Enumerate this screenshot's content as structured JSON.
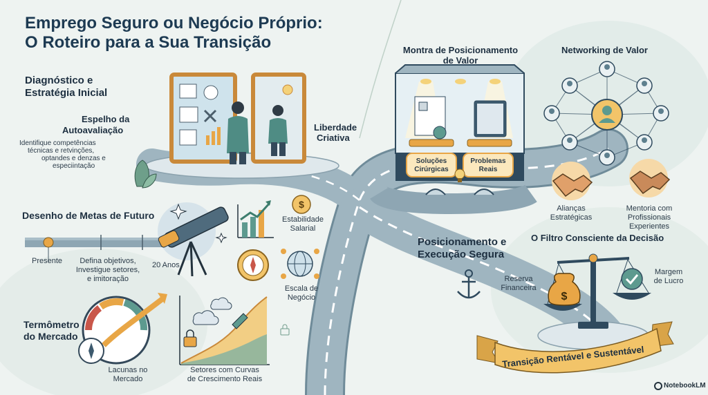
{
  "title": {
    "line1": "Emprego Seguro ou Negócio Próprio:",
    "line2": "O Roteiro para a Sua Transição"
  },
  "diagnostico": {
    "heading_line1": "Diagnóstico e",
    "heading_line2": "Estratégia Inicial",
    "espelho_line1": "Espelho da",
    "espelho_line2": "Autoavaliação",
    "desc_line1": "Identifique competências",
    "desc_line2": "técnicas e retvinções,",
    "desc_line3": "optandes e denzas e",
    "desc_line4": "especiintação",
    "liberdade_line1": "Liberdade",
    "liberdade_line2": "Criativa"
  },
  "metas": {
    "heading": "Desenho de Metas de Futuro",
    "presente": "Presente",
    "defina_line1": "Defina objetivos,",
    "defina_line2": "Investigue setores,",
    "defina_line3": "e imitoração",
    "anos": "20 Anos",
    "estabilidade_line1": "Estabilidade",
    "estabilidade_line2": "Salarial",
    "escala_line1": "Escala de",
    "escala_line2": "Negócio"
  },
  "termometro": {
    "heading_line1": "Termômetro",
    "heading_line2": "do Mercado",
    "lacunas_line1": "Lacunas no",
    "lacunas_line2": "Mercado",
    "setores_line1": "Setores com Curvas",
    "setores_line2": "de Crescimento Reais"
  },
  "montra": {
    "heading_line1": "Montra de Posicionamento",
    "heading_line2": "de Valor",
    "tag1_line1": "Soluções",
    "tag1_line2": "Cirúrgicas",
    "tag2_line1": "Problemas",
    "tag2_line2": "Reais"
  },
  "networking": {
    "heading": "Networking de Valor",
    "aliancas_line1": "Alianças",
    "aliancas_line2": "Estratégicas",
    "mentoria_line1": "Mentoria com",
    "mentoria_line2": "Profissionais",
    "mentoria_line3": "Experientes"
  },
  "posicionamento": {
    "heading_line1": "Posicionamento e",
    "heading_line2": "Execução Segura"
  },
  "filtro": {
    "heading": "O Filtro Consciente da Decisão",
    "reserva_line1": "Reserva",
    "reserva_line2": "Financeira",
    "margem_line1": "Margem",
    "margem_line2": "de Lucro"
  },
  "banner": "Transição Rentável e Sustentável",
  "brand": "NotebookLM",
  "colors": {
    "title": "#1d3a52",
    "road": "#8ea6b3",
    "gold": "#e8a646",
    "mirror_frame": "#c9893a",
    "teal": "#3f7f84",
    "banner": "#f2c469"
  },
  "icons": [
    "mirror-icon",
    "person-icon",
    "telescope-icon",
    "star-icon",
    "bar-chart-icon",
    "coin-icon",
    "compass-icon",
    "globe-network-icon",
    "gauge-icon",
    "cloud-icon",
    "lock-icon",
    "display-case-icon",
    "lightbulb-icon",
    "network-icon",
    "handshake-icon",
    "anchor-icon",
    "scale-icon",
    "money-bag-icon",
    "checkmark-icon"
  ]
}
